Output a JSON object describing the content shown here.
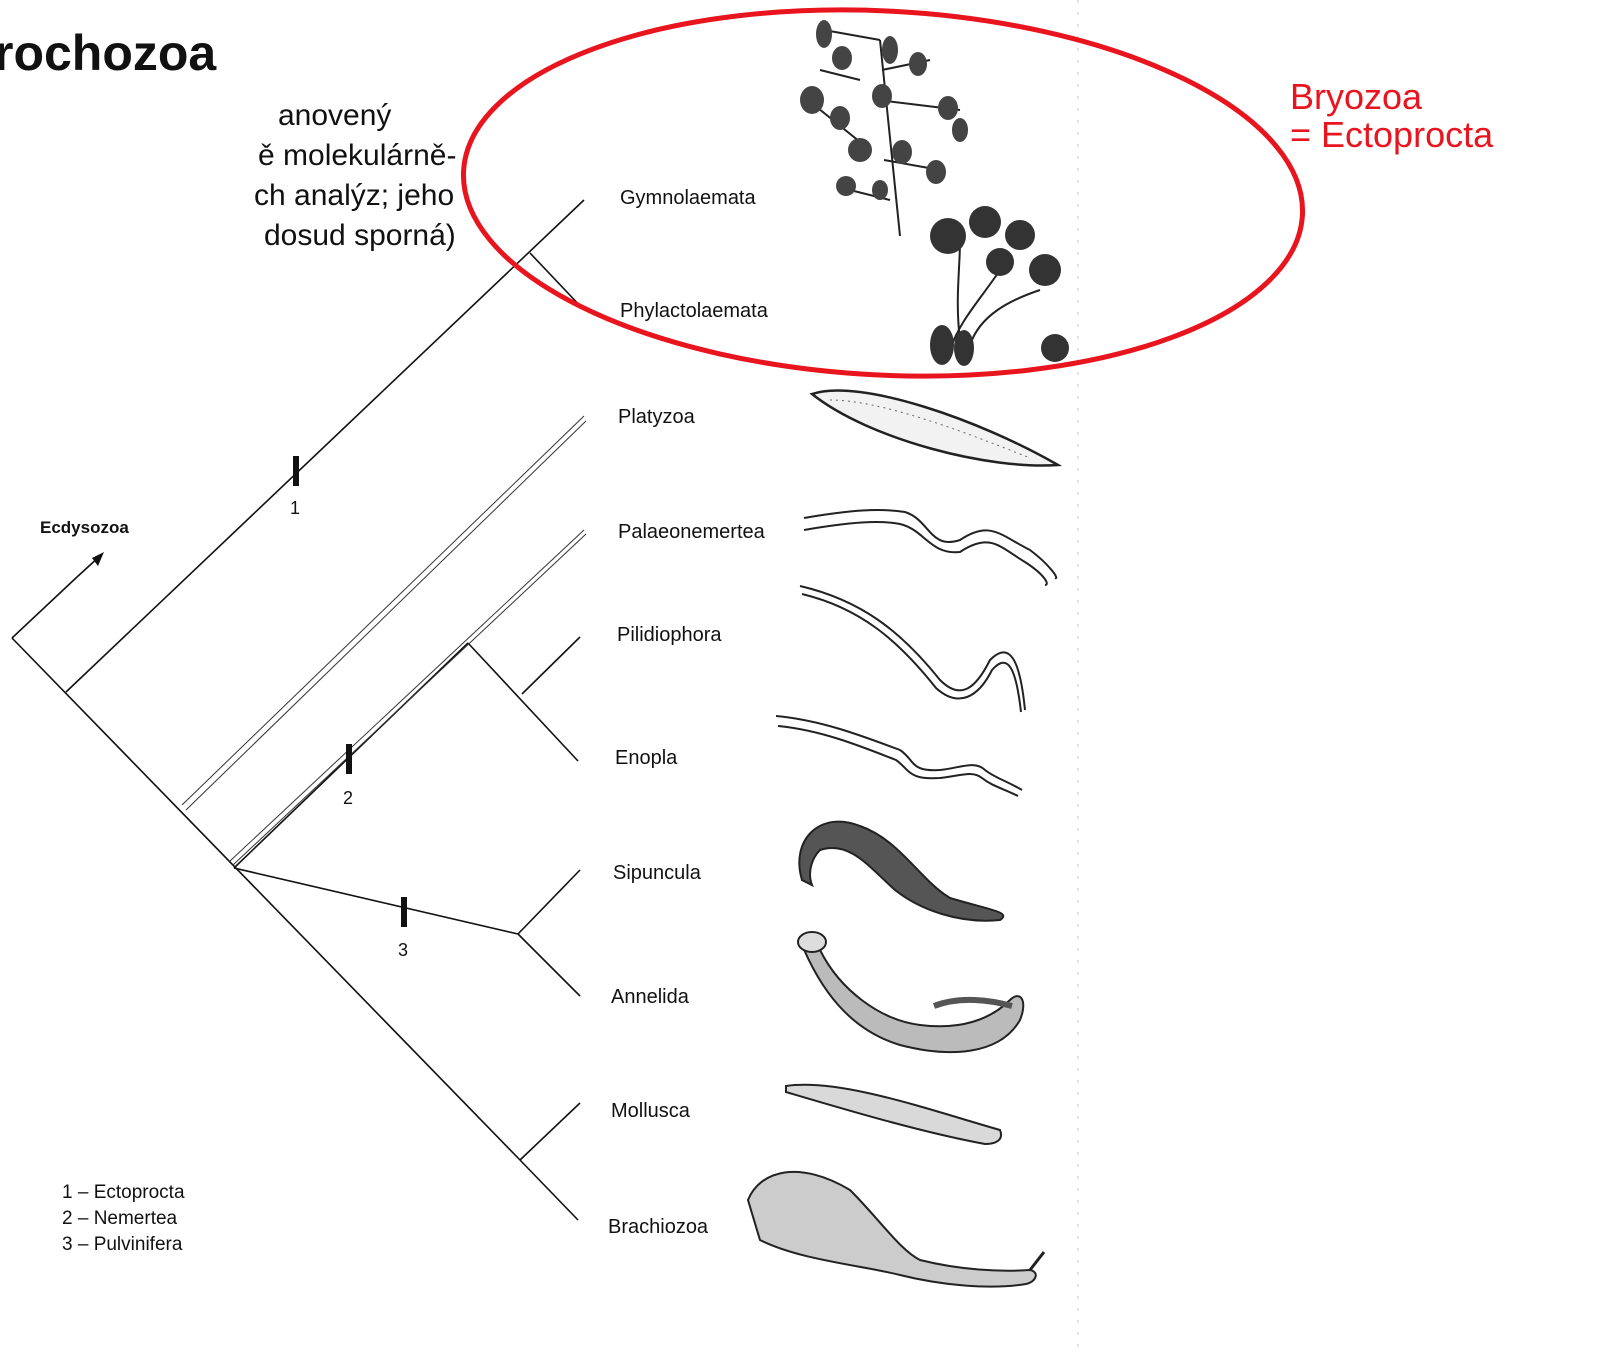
{
  "heading": {
    "title": "rochozoa",
    "lines": [
      "anovený",
      "ě molekulárně-",
      "ch analýz; jeho",
      "dosud sporná)"
    ]
  },
  "annotation": {
    "line1": "Bryozoa",
    "line2": "= Ectoprocta",
    "color": "#e8141e"
  },
  "tree": {
    "outgroup": "Ecdysozoa",
    "taxa": [
      "Gymnolaemata",
      "Phylactolaemata",
      "Platyzoa",
      "Palaeonemertea",
      "Pilidiophora",
      "Enopla",
      "Sipuncula",
      "Annelida",
      "Mollusca",
      "Brachiozoa"
    ],
    "marks": [
      "1",
      "2",
      "3"
    ]
  },
  "legend": [
    "1 – Ectoprocta",
    "2 – Nemertea",
    "3 – Pulvinifera"
  ]
}
